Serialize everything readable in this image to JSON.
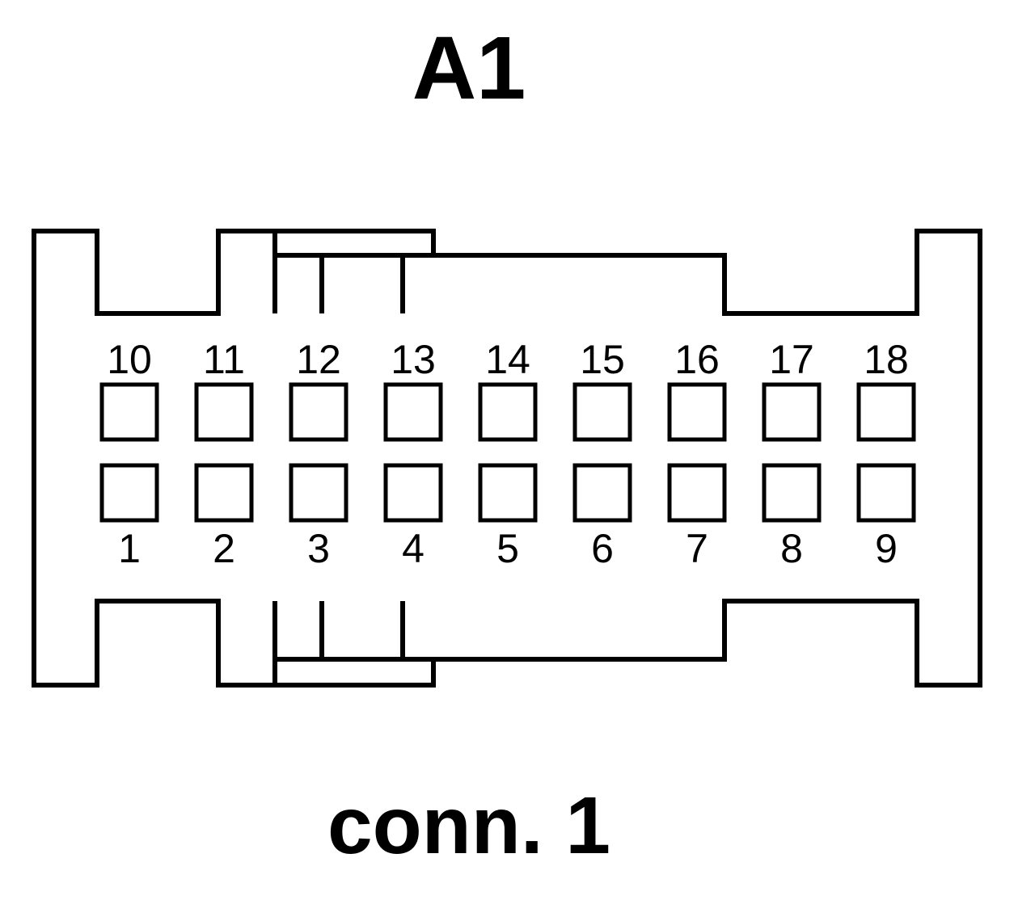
{
  "connector_id": "A1",
  "connector_caption": "conn. 1",
  "pins": {
    "top_row": [
      "10",
      "11",
      "12",
      "13",
      "14",
      "15",
      "16",
      "17",
      "18"
    ],
    "bottom_row": [
      "1",
      "2",
      "3",
      "4",
      "5",
      "6",
      "7",
      "8",
      "9"
    ]
  },
  "colors": {
    "stroke": "#000000",
    "background": "#ffffff"
  }
}
